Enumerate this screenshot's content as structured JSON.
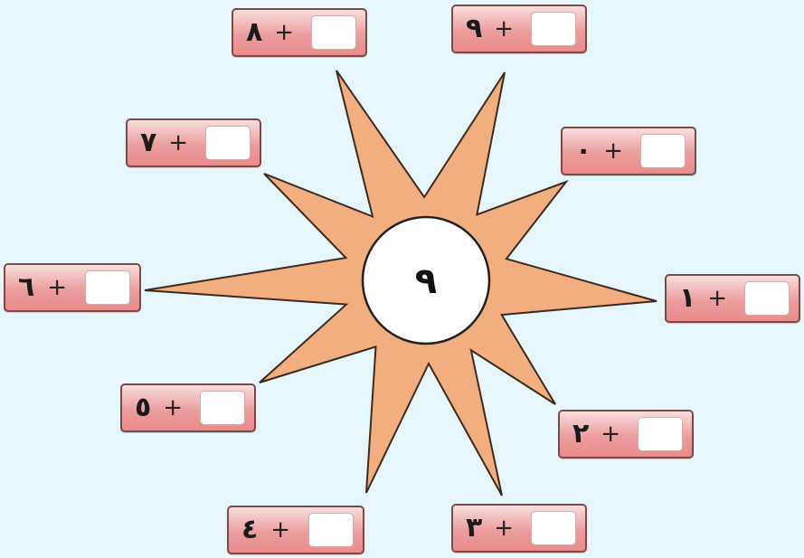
{
  "center": {
    "number": "٩"
  },
  "operator": "+",
  "colors": {
    "background": "#e6f6fb",
    "star_fill": "#f2ae7e",
    "box_gradient_top": "#f8dede",
    "box_gradient_bottom": "#e98b8b",
    "box_border": "#7a4a4a"
  },
  "boxes": [
    {
      "id": "box-8",
      "number": "٨"
    },
    {
      "id": "box-9",
      "number": "٩"
    },
    {
      "id": "box-7",
      "number": "٧"
    },
    {
      "id": "box-0",
      "number": "٠"
    },
    {
      "id": "box-6",
      "number": "٦"
    },
    {
      "id": "box-1",
      "number": "١"
    },
    {
      "id": "box-5",
      "number": "٥"
    },
    {
      "id": "box-2",
      "number": "٢"
    },
    {
      "id": "box-4",
      "number": "٤"
    },
    {
      "id": "box-3",
      "number": "٣"
    }
  ]
}
